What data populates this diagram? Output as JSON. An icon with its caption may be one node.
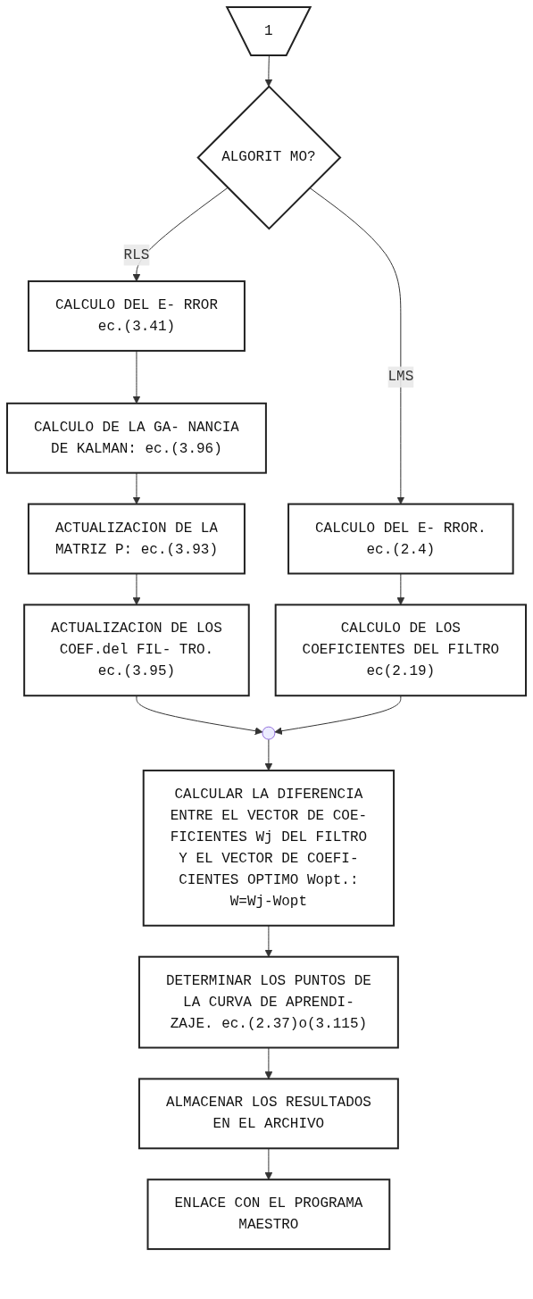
{
  "diagram": {
    "nodes": [
      {
        "text": [
          "1"
        ]
      },
      {
        "text": [
          "ALGORIT MO?"
        ]
      },
      {
        "text": [
          "CALCULO DEL E- RROR ec.(3.41)"
        ]
      },
      {
        "text": [
          "CALCULO DE LA GA- NANCIA DE KALMAN: ec.(3.96)"
        ]
      },
      {
        "text": [
          "ACTUALIZACION DE LA MATRIZ P: ec.(3.93)"
        ]
      },
      {
        "text": [
          "ACTUALIZACION DE LOS COEF.del FIL- TRO. ec.(3.95)"
        ]
      },
      {
        "text": [
          "CALCULO DEL E- RROR. ec.(2.4)"
        ]
      },
      {
        "text": [
          "CALCULO DE LOS COEFICIENTES DEL FILTRO ec(2.19)"
        ]
      },
      {
        "text": [],
        "shape": "circle"
      },
      {
        "text": [
          "CALCULAR LA DIFERENCIA ENTRE EL VECTOR DE COE- FICIENTES Wj DEL FILTRO Y EL VECTOR DE COEFI- CIENTES OPTIMO Wopt.: W=Wj-Wopt"
        ]
      },
      {
        "text": [
          "DETERMINAR LOS PUNTOS DE LA CURVA DE APRENDI- ZAJE. ec.(2.37)o(3.115)"
        ]
      },
      {
        "text": [
          "ALMACENAR LOS RESULTADOS EN EL ARCHIVO"
        ]
      },
      {
        "text": [
          "ENLACE CON EL PROGRAMA MAESTRO"
        ]
      }
    ],
    "edges": [
      {
        "from": 0,
        "to": 1,
        "arrow": "to"
      },
      {
        "from": 1,
        "to": 2,
        "arrow": "to",
        "label": "RLS"
      },
      {
        "from": 1,
        "to": 6,
        "arrow": "to",
        "label": "LMS"
      },
      {
        "from": 2,
        "to": 3,
        "arrow": "to"
      },
      {
        "from": 3,
        "to": 4,
        "arrow": "to"
      },
      {
        "from": 4,
        "to": 5,
        "arrow": "to"
      },
      {
        "from": 6,
        "to": 7,
        "arrow": "to"
      },
      {
        "from": 5,
        "to": 8,
        "arrow": "to"
      },
      {
        "from": 7,
        "to": 8,
        "arrow": "to"
      },
      {
        "from": 8,
        "to": 9,
        "arrow": "to"
      },
      {
        "from": 9,
        "to": 10,
        "arrow": "to"
      },
      {
        "from": 10,
        "to": 11,
        "arrow": "to"
      },
      {
        "from": 11,
        "to": 12,
        "arrow": "to"
      }
    ]
  }
}
